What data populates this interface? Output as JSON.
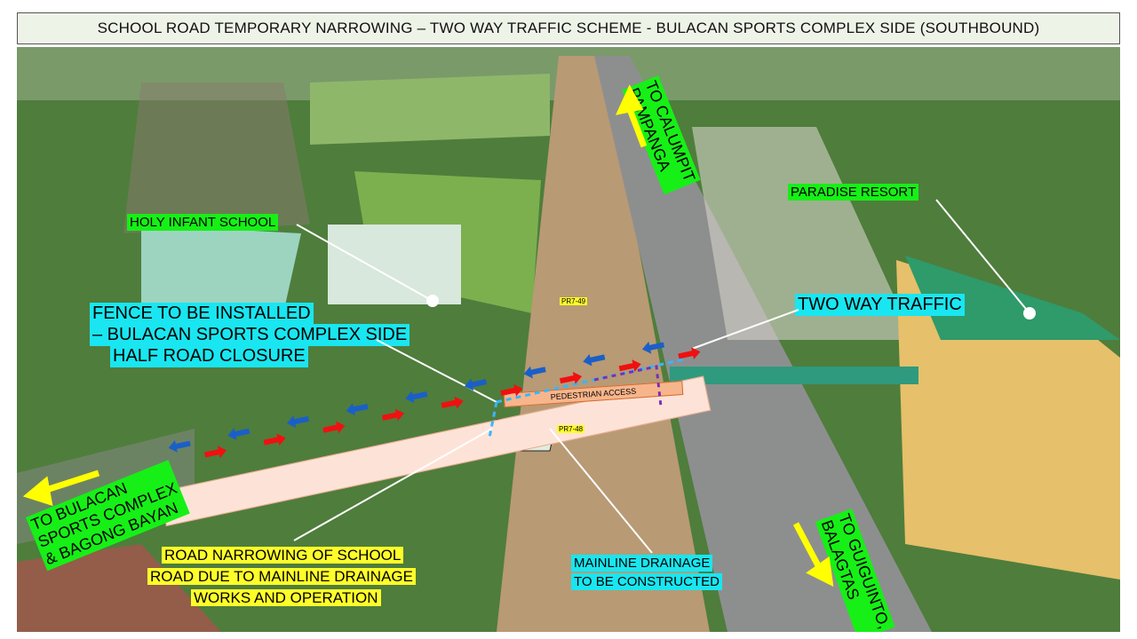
{
  "title": "SCHOOL ROAD TEMPORARY NARROWING – TWO WAY TRAFFIC SCHEME -  BULACAN SPORTS COMPLEX SIDE (SOUTHBOUND)",
  "labels": {
    "holy_infant": "HOLY INFANT SCHOOL",
    "paradise": "PARADISE RESORT",
    "fence": [
      "FENCE TO BE INSTALLED",
      "– BULACAN SPORTS COMPLEX SIDE",
      "HALF ROAD CLOSURE"
    ],
    "two_way": "TWO WAY TRAFFIC",
    "pedestrian": "PEDESTRIAN ACCESS",
    "pr49": "PR7-49",
    "pr48": "PR7-48",
    "calumpit": [
      "TO CALUMPIT",
      "PAMPANGA"
    ],
    "guiguinto": [
      "TO GUIGUINTO,",
      "BALAGTAS"
    ],
    "bulacan": [
      "TO BULACAN",
      "SPORTS COMPLEX",
      "& BAGONG BAYAN"
    ],
    "narrowing": [
      "ROAD NARROWING OF SCHOOL",
      "ROAD DUE TO MAINLINE DRAINAGE",
      "WORKS AND OPERATION"
    ],
    "drainage": [
      "MAINLINE DRAINAGE",
      "TO BE CONSTRUCTED"
    ]
  },
  "colors": {
    "label_green": "#16f016",
    "label_cyan": "#19e6f0",
    "label_yellow": "#fffd2a",
    "arrow_red": "#f01010",
    "arrow_blue": "#1a5fc8",
    "direction_arrow": "#ffff00"
  }
}
